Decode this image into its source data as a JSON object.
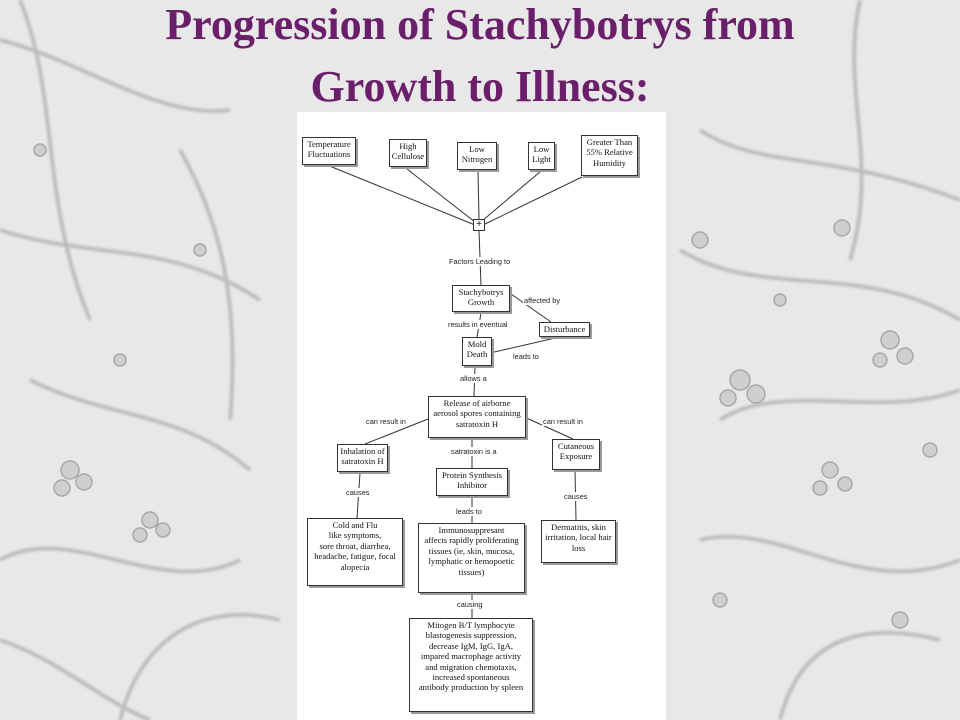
{
  "title": {
    "line1": "Progression of Stachybotrys from",
    "line2": "Growth to Illness:"
  },
  "colors": {
    "title": "#6b1f6b",
    "background": "#e9e9e9",
    "panel": "#ffffff"
  },
  "diagram": {
    "junction_symbol": "+",
    "nodes": {
      "temperature": "Temperature\nFluctuations",
      "cellulose": "High\nCellulose",
      "nitrogen": "Low\nNitrogen",
      "light": "Low\nLight",
      "humidity": "Greater Than\n55% Relative\nHumidity",
      "growth": "Stachybotrys\nGrowth",
      "disturbance": "Disturbance",
      "mold_death": "Mold\nDeath",
      "release": "Release of airborne\naerosol spores containing\nsatratoxin H",
      "inhalation": "Inhalation of\nsatratoxin H",
      "protein": "Protein Synthesis\nInhibitor",
      "cutaneous": "Cutaneous\nExposure",
      "cold_flu": "Cold and Flu\nlike symptoms,\nsore throat, diarrhea,\nheadache, fatigue, focal\nalopecia",
      "immuno": "Immunosuppresant\naffects rapidly proliferating\ntissues (ie, skin, mucosa,\nlymphatic or hemopoetic\ntissues)",
      "dermatitis": "Dermatitis, skin\nirritation, local hair\nloss",
      "mitogen": "Mitogen B/T lymphocyte\nblastogenesis suppression,\ndecrease IgM, IgG, IgA,\nimpared macrophage activity\nand migration chemotaxis,\nincreased spontaneous\nantibody production by spleen"
    },
    "links": {
      "factors": "Factors Leading to",
      "affected_by": "affected by",
      "results_in": "results in eventual",
      "leads_to_death": "leads to",
      "allows": "allows a",
      "can_result_left": "can result in",
      "can_result_right": "can result in",
      "satratoxin_is": "satratoxin is a",
      "causes_left": "causes",
      "leads_to_immuno": "leads to",
      "causes_right": "causes",
      "causing": "causing"
    }
  }
}
